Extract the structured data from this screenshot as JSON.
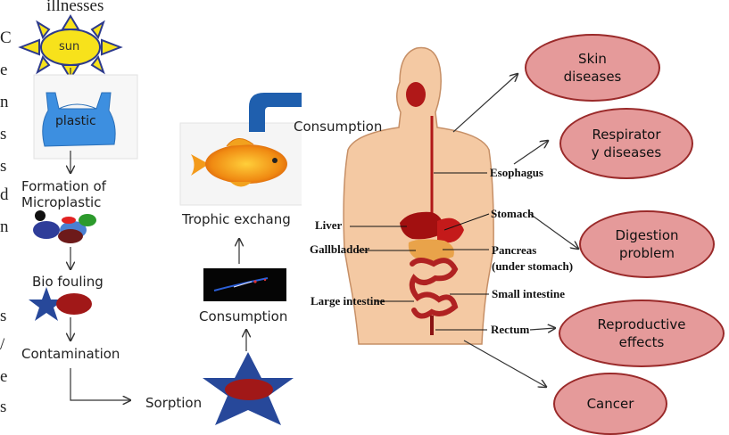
{
  "left_fragments": {
    "top": "illnesses",
    "letters": [
      "C",
      "e",
      "n",
      "s",
      "s",
      "d",
      "n",
      "s",
      "/",
      "e",
      "s"
    ]
  },
  "flow": {
    "sun": "sun",
    "plastic": "plastic",
    "formation": "Formation of\nMicroplastic",
    "bio_fouling": "Bio fouling",
    "contamination": "Contamination",
    "sorption": "Sorption",
    "consumption_lower": "Consumption",
    "trophic": "Trophic exchang",
    "consumption_upper": "Consumption"
  },
  "organs": {
    "esophagus": "Esophagus",
    "stomach": "Stomach",
    "liver": "Liver",
    "gallbladder": "Gallbladder",
    "pancreas": "Pancreas\n(under stomach)",
    "large_intestine": "Large intestine",
    "small_intestine": "Small intestine",
    "rectum": "Rectum"
  },
  "effects": {
    "skin": "Skin\ndiseases",
    "respiratory": "Respirator\ny diseases",
    "digestion": "Digestion\nproblem",
    "reproductive": "Reproductive\neffects",
    "cancer": "Cancer"
  },
  "colors": {
    "arrow_blue": "#1f5fae",
    "sun_yellow": "#f7e21b",
    "star_blue": "#27489a",
    "blob_red": "#a11818",
    "effect_fill": "#e59a9a",
    "body_skin": "#f4c9a3"
  }
}
